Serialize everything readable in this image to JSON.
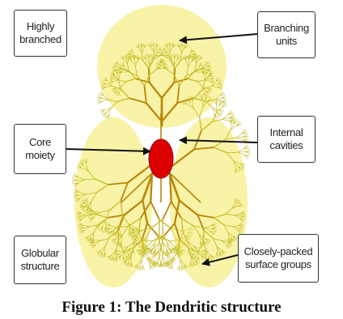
{
  "labels": {
    "highly_branched": [
      "Highly",
      "branched"
    ],
    "branching_units": [
      "Branching",
      "units"
    ],
    "core_moiety": [
      "Core",
      "moiety"
    ],
    "internal_cavities": [
      "Internal",
      "cavities"
    ],
    "globular_structure": [
      "Globular",
      "structure"
    ],
    "surface_groups": [
      "Closely-packed",
      "surface groups"
    ]
  },
  "caption": "Figure 1: The Dendritic structure",
  "colors": {
    "branch_fill": "#f3ea5e",
    "branch_stroke": "#c8bd2a",
    "trunk": "#b8860b",
    "core": "#dd0000",
    "arrow": "#111111"
  }
}
